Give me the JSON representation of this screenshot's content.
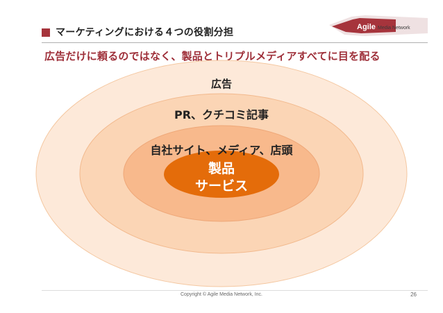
{
  "header": {
    "title": "マーケティングにおける４つの役割分担",
    "subtitle": "広告だけに頼るのではなく、製品とトリプルメディアすべてに目を配る"
  },
  "logo": {
    "brand": "Agile",
    "suffix": "Media Network"
  },
  "diagram": {
    "outer_label": "広告",
    "middle_label": "PR、クチコミ記事",
    "inner_label": "自社サイト、メディア、店頭",
    "core_label_line1": "製品",
    "core_label_line2": "サービス",
    "colors": {
      "outer": "#fde9d9",
      "middle": "#fbd5b5",
      "inner": "#f8b98c",
      "core": "#e46c0a",
      "accent": "#a6343c"
    }
  },
  "footer": {
    "copyright": "Copyright © Agile Media Network, Inc.",
    "page_number": "26"
  }
}
